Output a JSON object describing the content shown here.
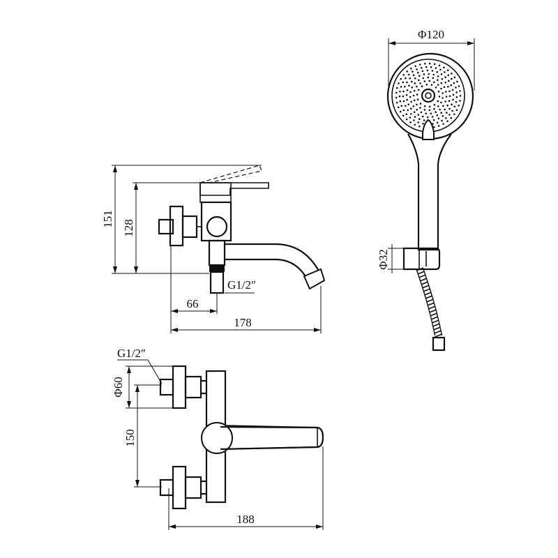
{
  "labels": {
    "head_diameter": "Φ120",
    "holder_diameter": "Φ32",
    "height_151": "151",
    "height_128": "128",
    "thread_side": "G1/2″",
    "offset_66": "66",
    "spout_178": "178",
    "thread_top": "G1/2″",
    "flange_60": "Φ60",
    "centers_150": "150",
    "width_188": "188"
  }
}
